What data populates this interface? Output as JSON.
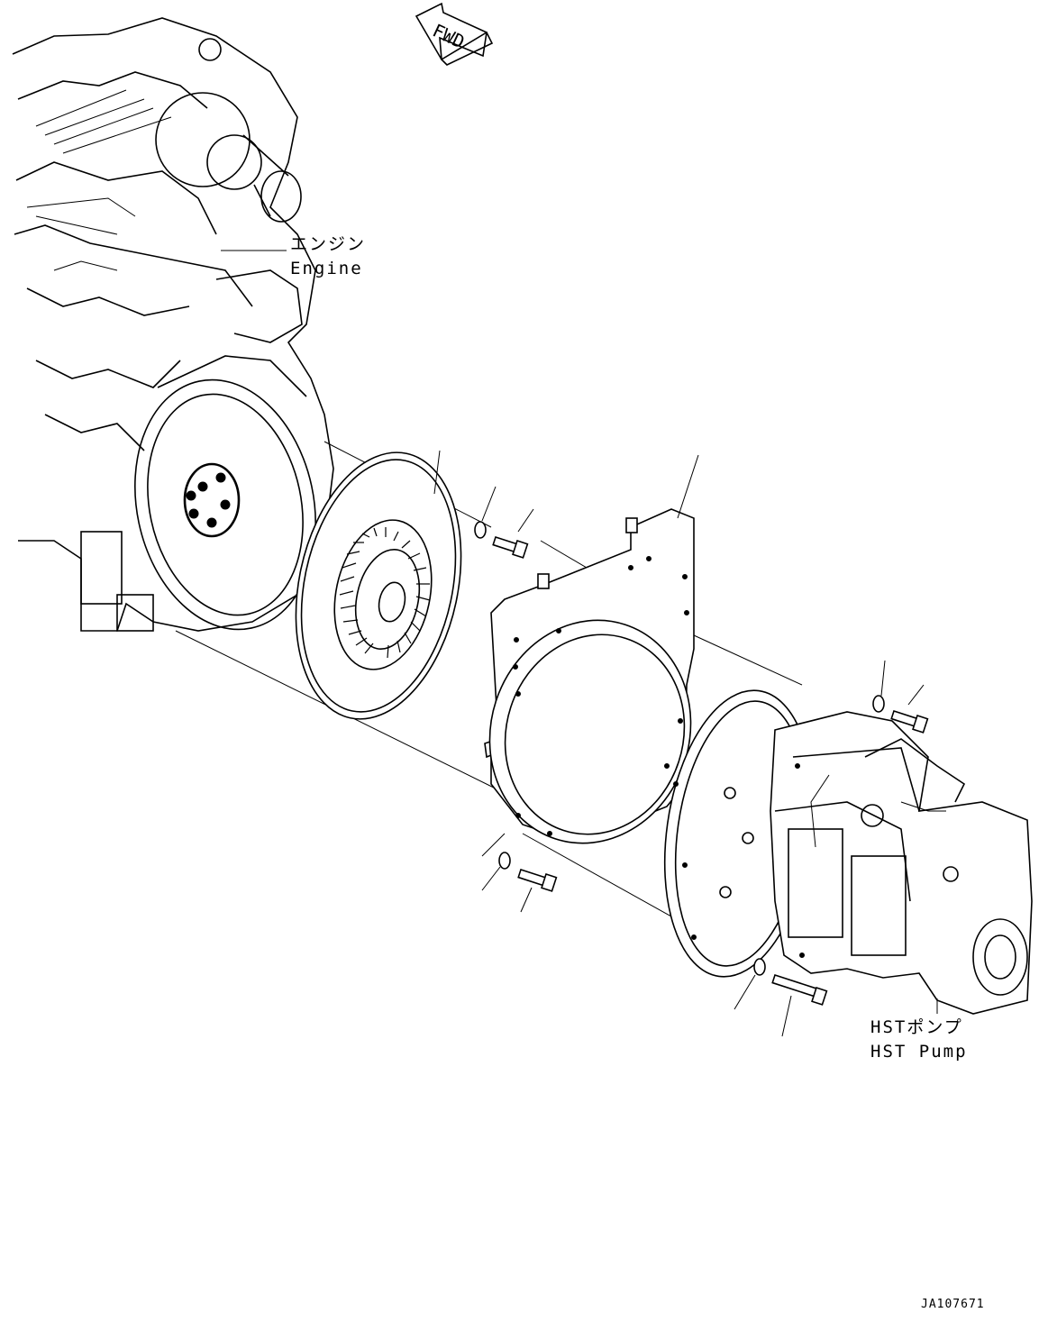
{
  "direction_arrow": {
    "text": "FWD"
  },
  "labels": {
    "engine_jp": "エンジン",
    "engine_en": "Engine",
    "pump_jp": "HSTポンプ",
    "pump_en": "HST Pump"
  },
  "drawing_code": "JA107671"
}
